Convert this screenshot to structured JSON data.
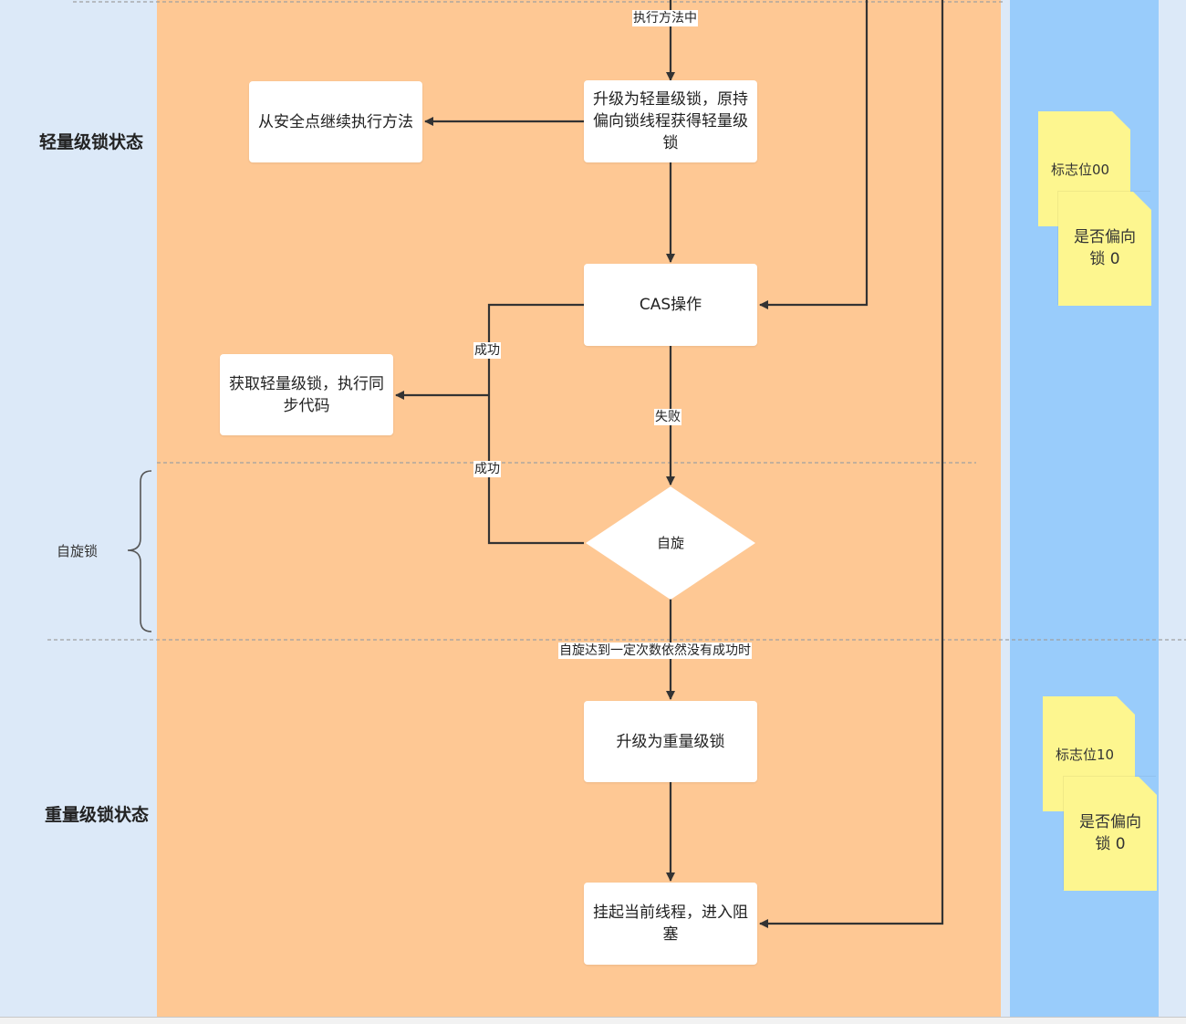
{
  "lanes": {
    "light": "轻量级锁状态",
    "spin": "自旋锁",
    "heavy": "重量级锁状态"
  },
  "nodes": {
    "upgrade_light": "升级为轻量级锁，原持偏向锁线程获得轻量级锁",
    "resume_safepoint": "从安全点继续执行方法",
    "cas": "CAS操作",
    "acquire_light": "获取轻量级锁，执行同步代码",
    "spin": "自旋",
    "upgrade_heavy": "升级为重量级锁",
    "suspend": "挂起当前线程，进入阻塞"
  },
  "edges": {
    "executing": "执行方法中",
    "success_cas": "成功",
    "fail": "失败",
    "success_spin": "成功",
    "spin_exceeded": "自旋达到一定次数依然没有成功时"
  },
  "notes": {
    "light_flag": "标志位00",
    "light_biased": "是否偏向锁 0",
    "heavy_flag": "标志位10",
    "heavy_biased": "是否偏向锁 0"
  },
  "colors": {
    "main_lane": "#fec894",
    "side_lane": "#dce9f8",
    "status_lane": "#99ccfb",
    "note": "#fdf68f",
    "line": "#333333"
  }
}
